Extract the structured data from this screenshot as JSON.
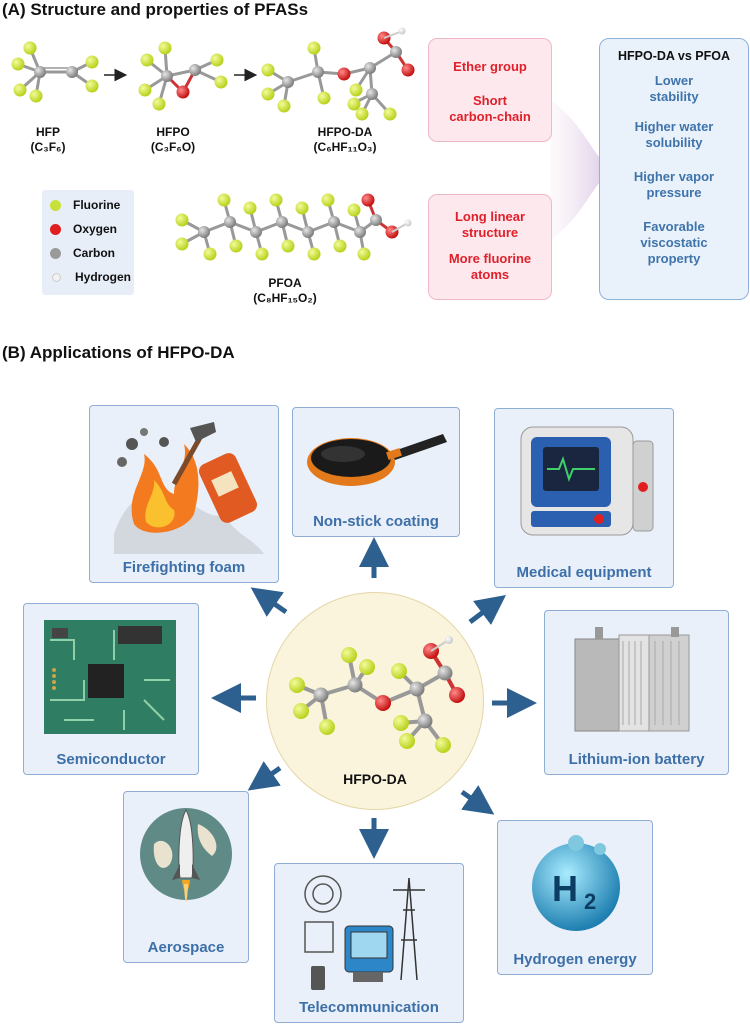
{
  "section_a": {
    "title": "(A) Structure and properties of PFASs",
    "molecules": {
      "hfp": {
        "name": "HFP",
        "formula": "(C₃F₆)"
      },
      "hfpo": {
        "name": "HFPO",
        "formula": "(C₃F₆O)"
      },
      "hfpoda": {
        "name": "HFPO-DA",
        "formula": "(C₆HF₁₁O₃)"
      },
      "pfoa": {
        "name": "PFOA",
        "formula": "(C₈HF₁₅O₂)"
      }
    },
    "legend": [
      "Fluorine",
      "Oxygen",
      "Carbon",
      "Hydrogen"
    ],
    "features_hfpoda": [
      "Ether group",
      "Short carbon-chain"
    ],
    "features_pfoa": [
      "Long linear structure",
      "More fluorine atoms"
    ],
    "comparison": {
      "title": "HFPO-DA vs PFOA",
      "items": [
        "Lower stability",
        "Higher water solubility",
        "Higher vapor pressure",
        "Favorable viscostatic property"
      ]
    }
  },
  "section_b": {
    "title": "(B) Applications of HFPO-DA",
    "center": "HFPO-DA",
    "applications": {
      "firefighting": "Firefighting foam",
      "nonstick": "Non-stick coating",
      "medical": "Medical equipment",
      "semiconductor": "Semiconductor",
      "battery": "Lithium-ion battery",
      "aerospace": "Aerospace",
      "telecom": "Telecommunication",
      "hydrogen": "Hydrogen energy"
    }
  },
  "colors": {
    "fluorine": "#c8e03a",
    "oxygen": "#e02020",
    "carbon": "#9a9a9a",
    "hydrogen": "#f2f2f2",
    "arrow": "#2d5f8f",
    "feature_text": "#e0202a",
    "property_text": "#3f74ab"
  }
}
